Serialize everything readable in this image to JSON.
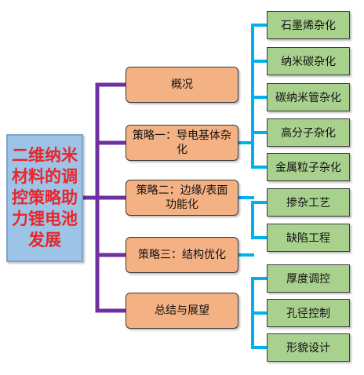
{
  "root": {
    "label": "二维纳米材料的调控策略助力锂电池发展"
  },
  "branches": [
    {
      "label": "概况"
    },
    {
      "label": "策略一：导电基体杂化"
    },
    {
      "label": "策略二：边缘/表面功能化"
    },
    {
      "label": "策略三：结构优化"
    },
    {
      "label": "总结与展望"
    }
  ],
  "leaves": {
    "strategy1": [
      {
        "label": "石墨烯杂化"
      },
      {
        "label": "纳米碳杂化"
      },
      {
        "label": "碳纳米管杂化"
      },
      {
        "label": "高分子杂化"
      },
      {
        "label": "金属粒子杂化"
      }
    ],
    "strategy2": [
      {
        "label": "掺杂工艺"
      },
      {
        "label": "缺陷工程"
      }
    ],
    "strategy3": [
      {
        "label": "厚度调控"
      },
      {
        "label": "孔径控制"
      },
      {
        "label": "形貌设计"
      }
    ]
  },
  "colors": {
    "root_fill": "#9dc3e6",
    "root_text": "#e8262b",
    "branch_fill": "#f4b183",
    "leaf_fill": "#a9d18e",
    "root_connector": "#7030a0",
    "leaf_connector": "#00b0f0"
  }
}
